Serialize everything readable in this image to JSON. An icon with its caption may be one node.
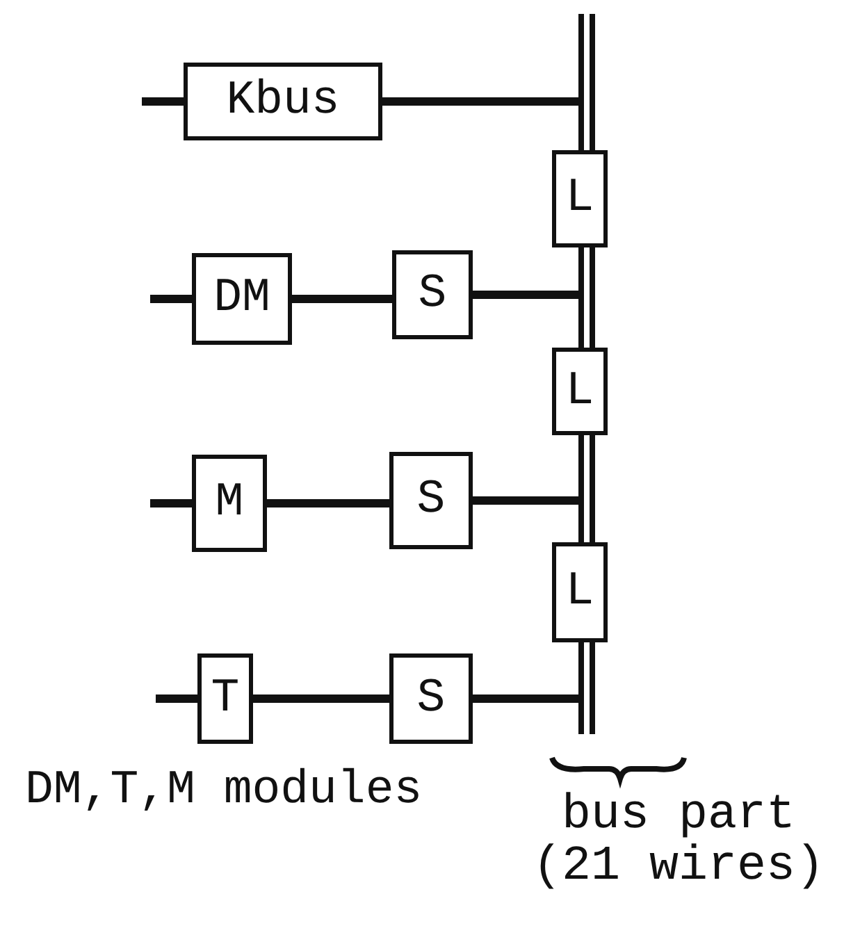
{
  "diagram": {
    "nodes": [
      {
        "text": [
          "Kbus"
        ]
      },
      {
        "text": [],
        "shape": "bar"
      },
      {
        "text": [
          "L"
        ]
      },
      {
        "text": [
          "DM"
        ]
      },
      {
        "text": [
          "S"
        ]
      },
      {
        "text": [
          "L"
        ]
      },
      {
        "text": [
          "M"
        ]
      },
      {
        "text": [
          "S"
        ]
      },
      {
        "text": [
          "L"
        ]
      },
      {
        "text": [
          "T"
        ]
      },
      {
        "text": [
          "S"
        ]
      }
    ],
    "edges": [
      {
        "from": null,
        "to": 0,
        "arrow": "none"
      },
      {
        "from": 0,
        "to": 1,
        "arrow": "none"
      },
      {
        "from": null,
        "to": 3,
        "arrow": "none"
      },
      {
        "from": 3,
        "to": 4,
        "arrow": "none"
      },
      {
        "from": 4,
        "to": 1,
        "arrow": "none"
      },
      {
        "from": null,
        "to": 6,
        "arrow": "none"
      },
      {
        "from": 6,
        "to": 7,
        "arrow": "none"
      },
      {
        "from": 7,
        "to": 1,
        "arrow": "none"
      },
      {
        "from": null,
        "to": 9,
        "arrow": "none"
      },
      {
        "from": 9,
        "to": 10,
        "arrow": "none"
      },
      {
        "from": 10,
        "to": 1,
        "arrow": "none"
      }
    ],
    "labels": [
      "DM,T,M modules",
      "bus part (21 wires)"
    ]
  }
}
